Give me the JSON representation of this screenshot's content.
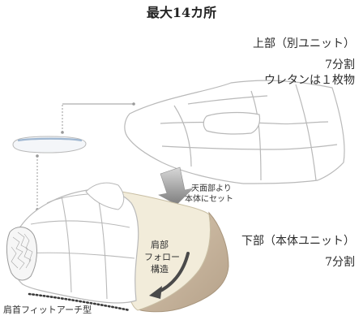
{
  "title": "最大14カ所",
  "upper_unit": {
    "name": "上部（別ユニット）",
    "divisions": "7分割",
    "material": "ウレタンは１枚物"
  },
  "insert_note": {
    "line1": "天面部より",
    "line2": "本体にセット"
  },
  "lower_unit": {
    "name": "下部（本体ユニット）",
    "divisions": "7分割"
  },
  "shoulder_note": {
    "line1": "肩部",
    "line2": "フォロー",
    "line3": "構造"
  },
  "arch_label": "肩首フィットアーチ型",
  "colors": {
    "outline": "#b9b9b9",
    "pillow_fill": "#ffffff",
    "cream": "#f2ecda",
    "tan": "#c8b59d",
    "tan_dark": "#a8957c",
    "arrow": "#8d8d8d",
    "dark_arrow": "#4a4a4a",
    "leader": "#9a9a9a"
  }
}
